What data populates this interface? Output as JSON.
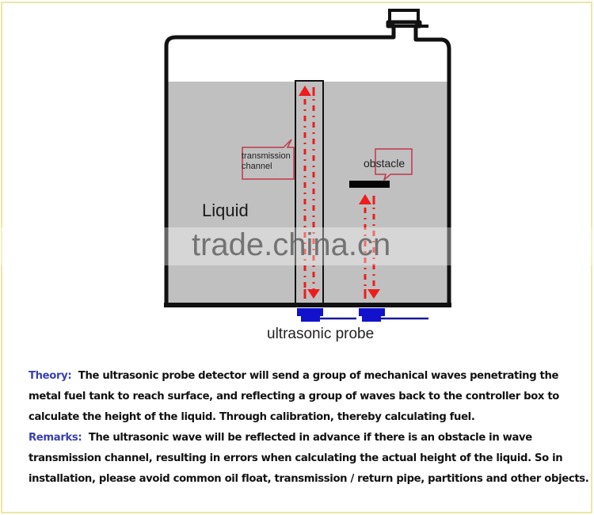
{
  "diagram": {
    "liquid_label": "Liquid",
    "transmission_channel_label": "transmission channel",
    "obstacle_label": "obstacle",
    "probe_label": "ultrasonic probe",
    "watermark": "trade.china.cn",
    "colors": {
      "tank_outline": "#111111",
      "liquid_fill": "#c0c0c0",
      "wave_arrow": "#ee1c1c",
      "probe": "#1212cc",
      "callout_border": "#c0394a",
      "frame_border": "#ece7a6"
    }
  },
  "text": {
    "theory_label": "Theory:",
    "theory_body": "The ultrasonic probe detector will send a group of mechanical waves penetrating the metal fuel tank to reach surface, and reflecting a group of waves back to the controller box to calculate the height of the liquid. Through calibration, thereby calculating fuel.",
    "remarks_label": "Remarks:",
    "remarks_body": "The ultrasonic wave will be reflected in advance if there is an obstacle in wave transmission channel, resulting in errors when calculating the actual height of the liquid. So in installation, please avoid common oil float, transmission / return pipe, partitions and other objects."
  }
}
